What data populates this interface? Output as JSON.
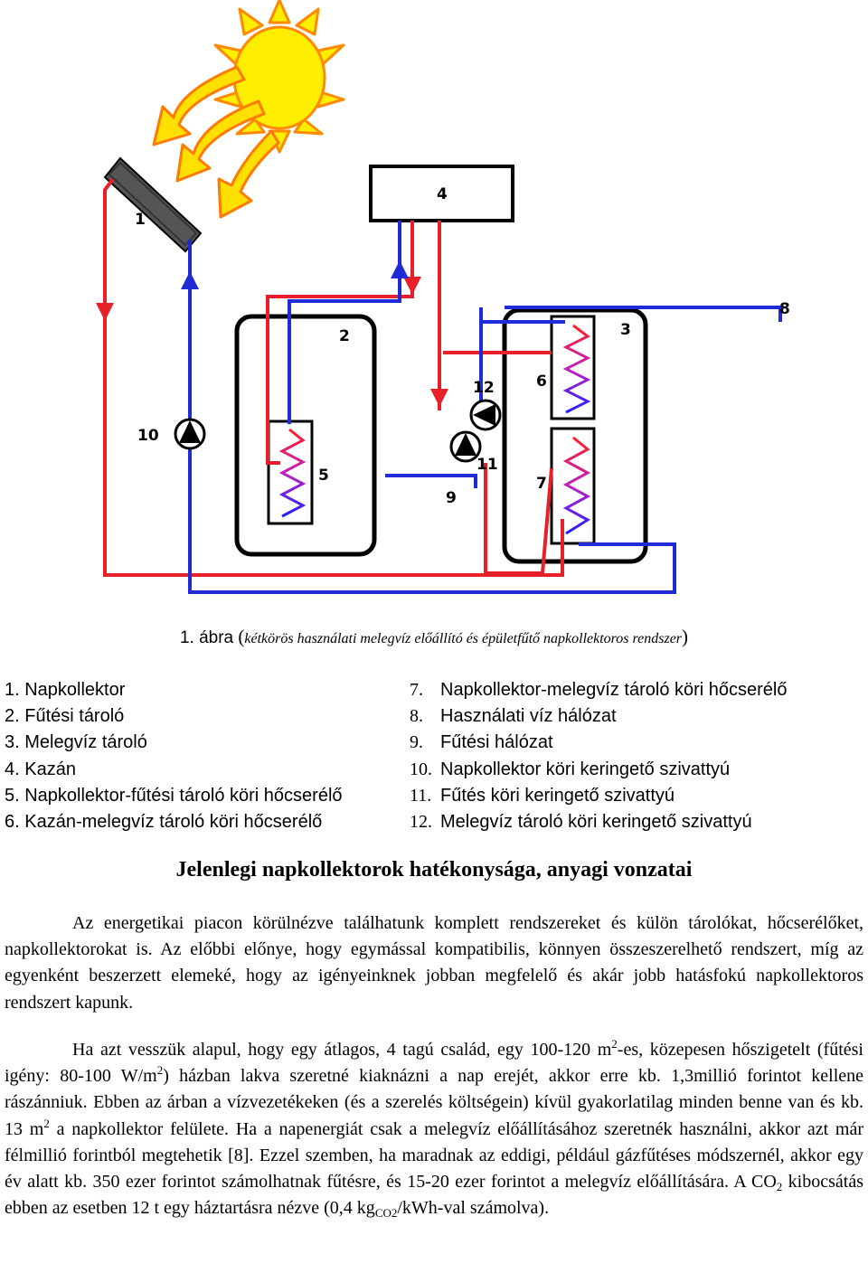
{
  "diagram": {
    "labels": [
      "1",
      "2",
      "3",
      "4",
      "5",
      "6",
      "7",
      "8",
      "9",
      "10",
      "11",
      "12"
    ],
    "colors": {
      "hot_pipe": "#e8202a",
      "cold_pipe": "#1f2bd6",
      "sun_fill": "#ffee00",
      "sun_outline": "#ff8a00",
      "ray_fill": "#ffe000",
      "ray_outline": "#ff7a00",
      "panel": "#555555"
    }
  },
  "caption": {
    "number": "1. ábra",
    "open_paren": "(",
    "text": "kétkörös használati melegvíz előállító és épületfűtő napkollektoros rendszer",
    "close_paren": ")"
  },
  "legend": {
    "left": [
      "1. Napkollektor",
      "2. Fűtési tároló",
      "3. Melegvíz tároló",
      "4. Kazán",
      "5. Napkollektor-fűtési tároló köri hőcserélő",
      "6. Kazán-melegvíz tároló köri hőcserélő"
    ],
    "right": [
      {
        "num": "7.",
        "text": "Napkollektor-melegvíz tároló köri hőcserélő"
      },
      {
        "num": "8.",
        "text": "Használati víz hálózat"
      },
      {
        "num": "9.",
        "text": "Fűtési hálózat"
      },
      {
        "num": "10.",
        "text": "Napkollektor köri keringető szivattyú"
      },
      {
        "num": "11.",
        "text": "Fűtés köri keringető szivattyú"
      },
      {
        "num": "12.",
        "text": "Melegvíz tároló köri keringető szivattyú"
      }
    ]
  },
  "heading": "Jelenlegi napkollektorok hatékonysága, anyagi vonzatai",
  "paragraph1": "Az energetikai piacon körülnézve találhatunk komplett rendszereket és külön tárolókat, hőcserélőket, napkollektorokat is. Az előbbi előnye, hogy egymással kompatibilis, könnyen összeszerelhető rendszert, míg az egyenként beszerzett elemeké, hogy az igényeinknek jobban megfelelő és akár jobb hatásfokú napkollektoros rendszert kapunk.",
  "paragraph2": {
    "t1": "Ha azt vesszük alapul, hogy egy átlagos, 4 tagú család, egy 100-120 m",
    "sup1": "2",
    "t2": "-es, közepesen hőszigetelt (fűtési igény: 80-100 W/m",
    "sup2": "2",
    "t3": ") házban lakva szeretné kiaknázni a nap erejét, akkor erre kb. 1,3millió forintot kellene rászánniuk. Ebben az árban a vízvezetékeken (és a szerelés költségein) kívül gyakorlatilag minden benne van és kb. 13 m",
    "sup3": "2",
    "t4": " a napkollektor felülete. Ha a napenergiát csak a melegvíz előállításához szeretnék használni, akkor azt már félmillió forintból megtehetik [8]. Ezzel szemben, ha maradnak az eddigi, például gázfűtéses módszernél, akkor egy év alatt kb. 350 ezer forintot számolhatnak fűtésre, és 15-20 ezer forintot a melegvíz előállítására. A CO",
    "sub1": "2",
    "t5": " kibocsátás ebben az esetben 12 t egy háztartásra nézve (0,4 kg",
    "sub2": "CO2",
    "t6": "/kWh-val számolva)."
  }
}
